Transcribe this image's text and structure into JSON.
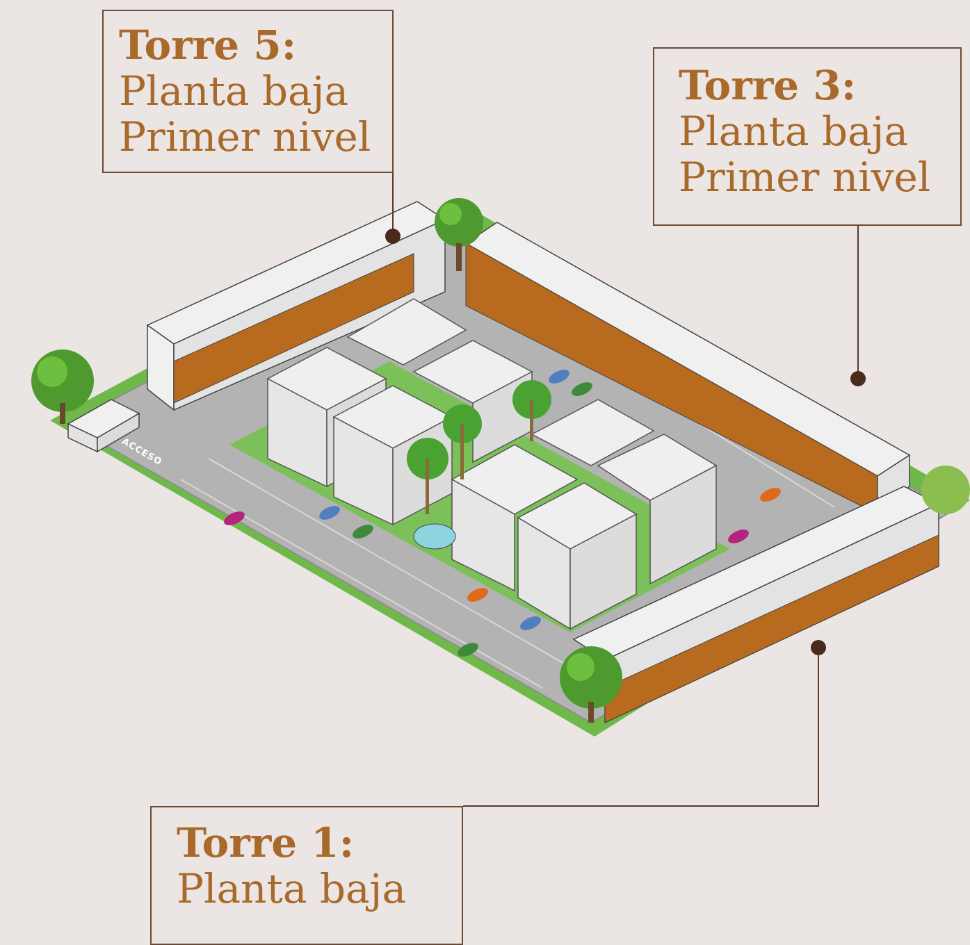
{
  "callouts": {
    "torre5": {
      "title": "Torre 5:",
      "line1": "Planta baja",
      "line2": "Primer nivel"
    },
    "torre3": {
      "title": "Torre 3:",
      "line1": "Planta baja",
      "line2": "Primer nivel"
    },
    "torre1": {
      "title": "Torre 1:",
      "line1": "Planta baja"
    }
  },
  "site": {
    "access_label": "ACCESO"
  },
  "colors": {
    "background": "#ebe6e3",
    "callout_text": "#a8692a",
    "leader_line": "#5a3a28",
    "building_accent": "#b86a1e",
    "building_face": "#e6e6e6",
    "pavement": "#b5b5b5",
    "grass": "#6fb84a"
  }
}
